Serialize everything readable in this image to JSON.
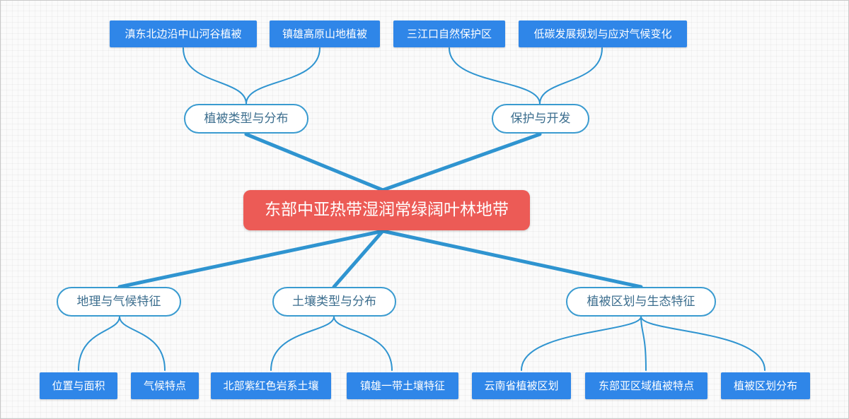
{
  "root": {
    "label": "东部中亚热带湿润常绿阔叶林地带"
  },
  "branches": {
    "vegetation_types": {
      "label": "植被类型与分布",
      "children": [
        "滇东北边沿中山河谷植被",
        "镇雄高原山地植被"
      ]
    },
    "protection": {
      "label": "保护与开发",
      "children": [
        "三江口自然保护区",
        "低碳发展规划与应对气候变化"
      ]
    },
    "geography": {
      "label": "地理与气候特征",
      "children": [
        "位置与面积",
        "气候特点"
      ]
    },
    "soil": {
      "label": "土壤类型与分布",
      "children": [
        "北部紫红色岩系土壤",
        "镇雄一带土壤特征"
      ]
    },
    "zoning": {
      "label": "植被区划与生态特征",
      "children": [
        "云南省植被区划",
        "东部亚区域植被特点",
        "植被区划分布"
      ]
    }
  },
  "colors": {
    "root_fill": "#ec5b56",
    "leaf_fill": "#2f86e8",
    "branch_border": "#3a9bd0",
    "connector": "#2f94d0"
  }
}
